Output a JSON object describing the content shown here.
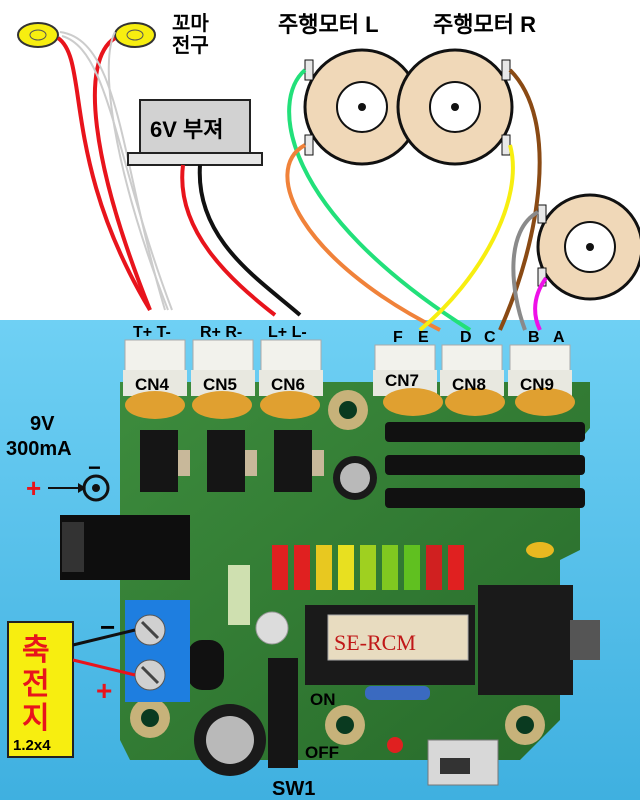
{
  "labels": {
    "mini_bulb": "꼬마",
    "mini_bulb_2": "전구",
    "buzzer": "6V 부져",
    "motor_left": "주행모터 L",
    "motor_right": "주행모터 R",
    "pins_cn4": "T+ T-",
    "pins_cn5": "R+ R-",
    "pins_cn6": "L+ L-",
    "pin_f": "F",
    "pin_e": "E",
    "pin_d": "D",
    "pin_c": "C",
    "pin_b": "B",
    "pin_a": "A",
    "cn4": "CN4",
    "cn5": "CN5",
    "cn6": "CN6",
    "cn7": "CN7",
    "cn8": "CN8",
    "cn9": "CN9",
    "power_voltage": "9V",
    "power_current": "300mA",
    "power_plus": "+",
    "power_minus": "−",
    "battery_char1": "축",
    "battery_char2": "전",
    "battery_char3": "지",
    "battery_spec": "1.2x4",
    "battery_minus": "−",
    "battery_plus": "+",
    "chip": "SE-RCM",
    "switch_on": "ON",
    "switch_off": "OFF",
    "switch_name": "SW1"
  },
  "colors": {
    "board_blue": "#5fc4ec",
    "wire_red": "#e8141c",
    "wire_green": "#22e07a",
    "wire_orange": "#f0823a",
    "wire_yellow": "#f7ee10",
    "wire_brown": "#8a4a14",
    "wire_gray": "#8a8a8a",
    "wire_magenta": "#ee10e8",
    "battery_box": "#f7ee10"
  }
}
